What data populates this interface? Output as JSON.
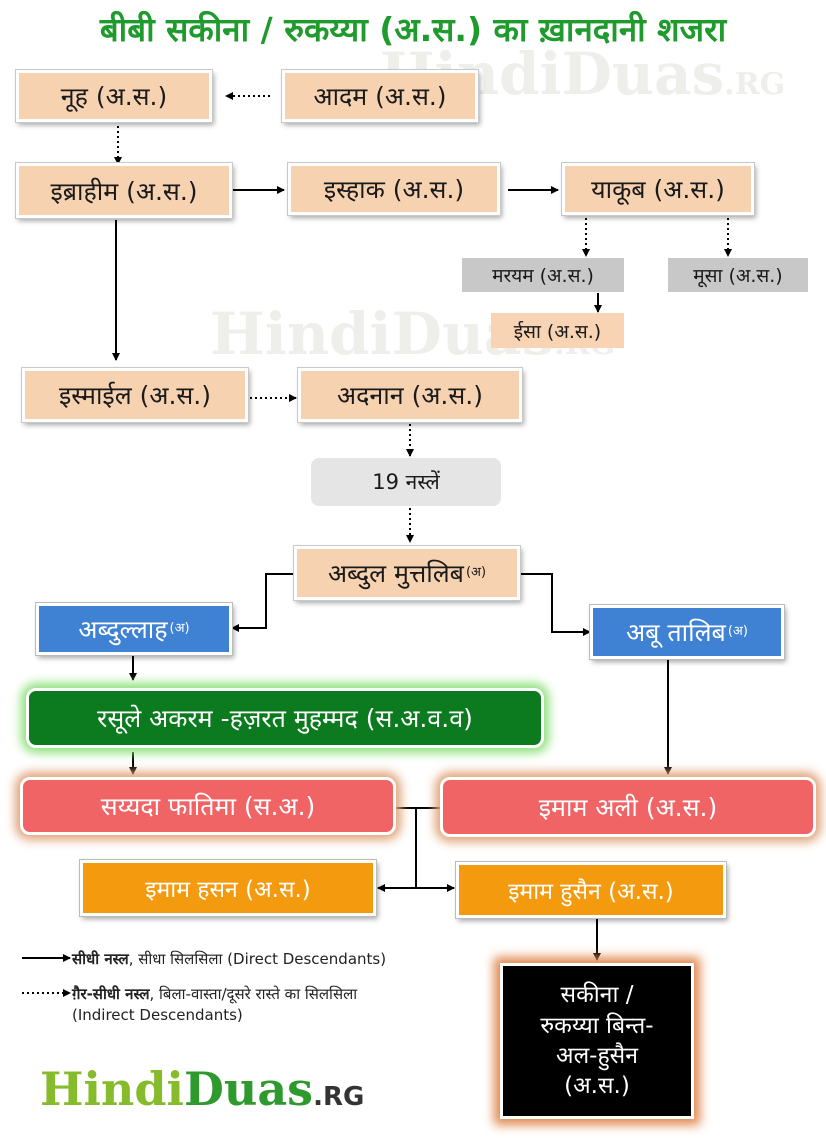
{
  "title": "बीबी सकीना / रुकय्या (अ.स.) का ख़ानदानी शजरा",
  "nodes": {
    "nuh": "नूह (अ.स.)",
    "adam": "आदम (अ.स.)",
    "ibrahim": "इब्राहीम (अ.स.)",
    "ishaq": "इस्हाक (अ.स.)",
    "yaqub": "याकूब (अ.स.)",
    "maryam": "मरयम (अ.स.)",
    "musa": "मूसा (अ.स.)",
    "isa": "ईसा (अ.स.)",
    "ismail": "इस्माईल (अ.स.)",
    "adnan": "अदनान (अ.स.)",
    "generations": "19 नस्लें",
    "abdul_muttalib": "अब्दुल मुत्तलिब",
    "abdul_muttalib_sup": "(अ)",
    "abdullah": "अब्दुल्लाह",
    "abdullah_sup": "(अ)",
    "abu_talib": "अबू तालिब",
    "abu_talib_sup": "(अ)",
    "prophet": "रसूले अकरम -हज़रत मुहम्मद (स.अ.व.व)",
    "fatima": "सय्यदा फातिमा (स.अ.)",
    "ali": "इमाम अली (अ.स.)",
    "hasan": "इमाम हसन (अ.स.)",
    "husain": "इमाम हुसैन (अ.स.)",
    "sakina_line1": "सकीना /",
    "sakina_line2": "रुकय्या बिन्त-",
    "sakina_line3": "अल-हुसैन",
    "sakina_line4": "(अ.स.)"
  },
  "legend": {
    "direct_bold": "सीधी नस्ल",
    "direct_rest": ", सीधा सिलसिला (Direct Descendants)",
    "indirect_bold": "ग़ैर-सीधी नस्ल",
    "indirect_rest": ", बिला-वास्ता/दूसरे रास्ते का सिलसिला",
    "indirect_en": "(Indirect Descendants)"
  },
  "watermark": {
    "part1": "Hindi",
    "part2": "Duas",
    "part3": ".RG"
  },
  "colors": {
    "title": "#1f9a2c",
    "tan": "#f7d2b1",
    "blue": "#3f81d2",
    "green": "#0c7a1e",
    "red": "#f06466",
    "orange": "#f49a0f",
    "black": "#000000"
  }
}
